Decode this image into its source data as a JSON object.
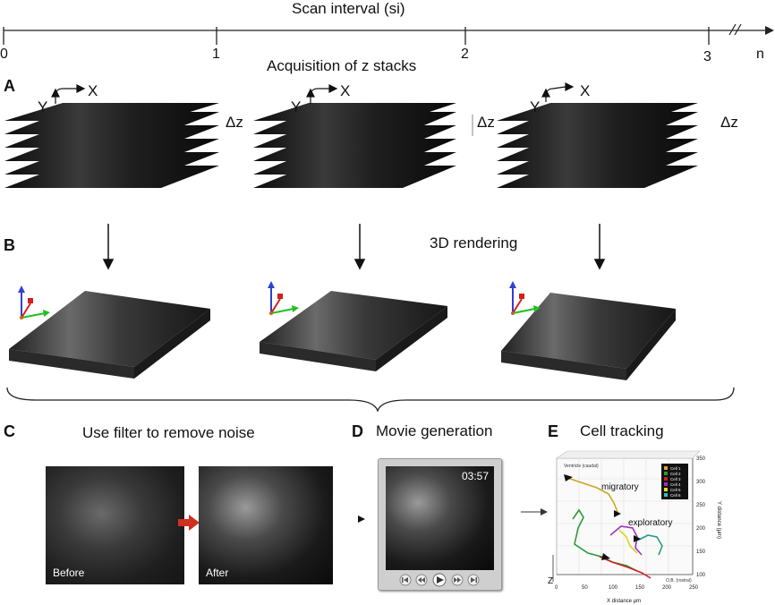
{
  "timeline": {
    "title": "Scan interval (si)",
    "ticks": [
      "0",
      "1",
      "2",
      "3",
      "n"
    ],
    "subtitle": "Acquisition of z stacks"
  },
  "panel_a": {
    "letter": "A",
    "axis_x": "X",
    "axis_y": "Y",
    "delta_label": "Δz"
  },
  "panel_b": {
    "letter": "B",
    "caption": "3D rendering"
  },
  "panel_c": {
    "letter": "C",
    "caption": "Use filter to remove noise",
    "before_label": "Before",
    "after_label": "After"
  },
  "panel_d": {
    "letter": "D",
    "caption": "Movie generation",
    "timestamp": "03:57"
  },
  "panel_e": {
    "letter": "E",
    "caption": "Cell tracking",
    "corner_top_left": "Ventricle (caudal)",
    "corner_bottom_right": "O.B. (rostral)",
    "annot_migratory": "migratory",
    "annot_exploratory": "exploratory",
    "xlabel": "X distance µm",
    "ylabel": "Y distance (µm)",
    "zlabel": "Z",
    "x_ticks": [
      "0",
      "50",
      "100",
      "150",
      "200",
      "250"
    ],
    "y_ticks": [
      "100",
      "150",
      "200",
      "250",
      "300",
      "350"
    ],
    "legend": [
      {
        "name": "Cell 1",
        "color": "#e6a020"
      },
      {
        "name": "Cell 2",
        "color": "#2a9a3a"
      },
      {
        "name": "Cell 3",
        "color": "#d02020"
      },
      {
        "name": "Cell 4",
        "color": "#a030c0"
      },
      {
        "name": "Cell 5",
        "color": "#e0e020"
      },
      {
        "name": "Cell 6",
        "color": "#30c0c0"
      }
    ]
  }
}
